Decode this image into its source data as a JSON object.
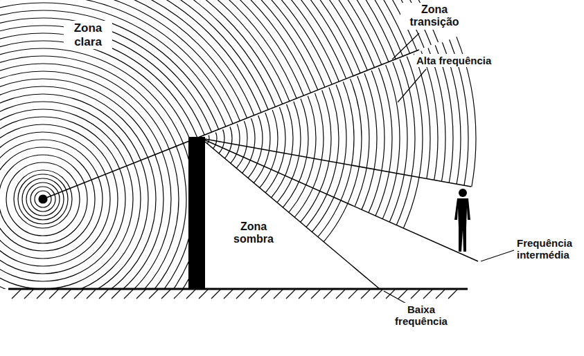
{
  "diagram": {
    "labels": [
      "Zona clara",
      "Zona transição",
      "Alta frequência",
      "Zona sombra",
      "Frequência intermédia",
      "Baixa frequência"
    ]
  }
}
